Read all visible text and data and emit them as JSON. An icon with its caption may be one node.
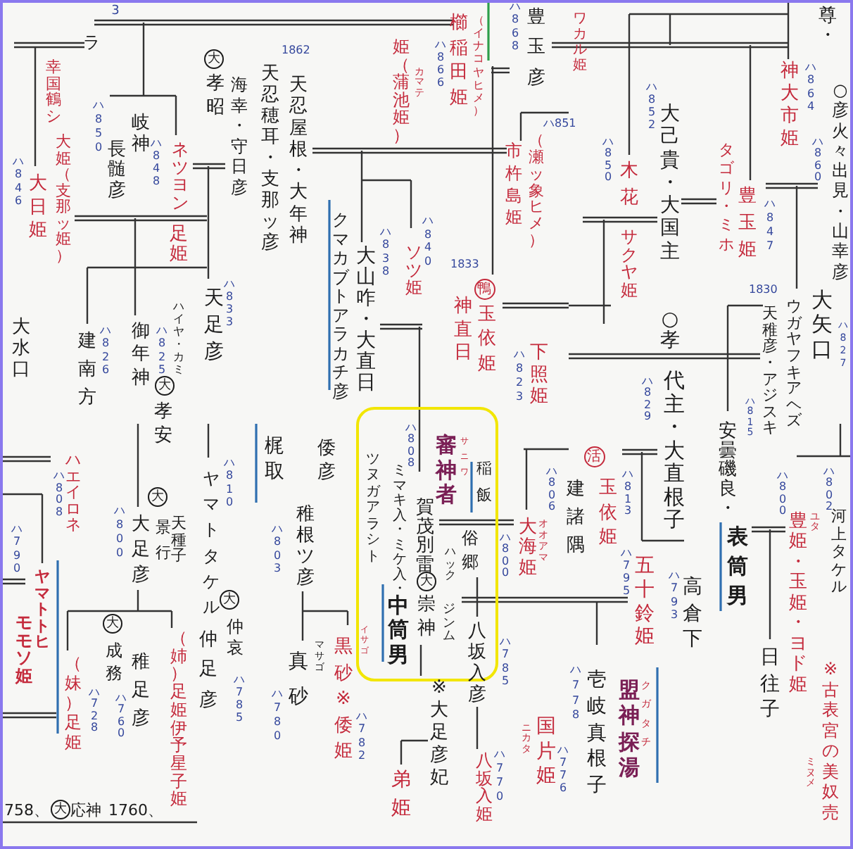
{
  "diagram": {
    "labels": [
      "ラ",
      "3",
      "幸国鶴シ",
      "大姫（支那ッ姫）",
      "ハ846",
      "大日姫",
      "大",
      "孝昭",
      "海幸・守日彦",
      "天忍穂耳・支那ッ彦",
      "1862",
      "岐神",
      "長髄彦",
      "ハ850",
      "ハ848",
      "ネツヨン",
      "足姫",
      "ハ833",
      "天足彦",
      "ハイヤ・カミ",
      "ハ825",
      "御年神",
      "大",
      "孝安",
      "建南方",
      "ハ826",
      "大水口",
      "姫（蒲池姫）",
      "カマテ",
      "ハ866",
      "櫛稲田姫",
      "（イナコヤヒメ）",
      "ハ868",
      "豊玉彦",
      "天忍屋根・大年神",
      "クマカブトアラカチ彦",
      "大山咋・大直日",
      "ハ838",
      "ハ840",
      "ソツ姫",
      "1833",
      "鴨",
      "玉依姫",
      "神直日",
      "市杵島姫",
      "（瀬ッ象ヒメ）",
      "ハ851",
      "ワカル姫",
      "下照姫",
      "ハ823",
      "尊・",
      "大己貴・大国主",
      "ハ852",
      "ハ850",
      "木花",
      "サクヤ姫",
      "タゴリ・ミホ",
      "豊玉姫",
      "ハ847",
      "神大市姫",
      "ハ864",
      "○彦火々出見・山幸彦",
      "ハ860",
      "大矢口",
      "ハ827",
      "1830",
      "ウガヤフキアヘズ",
      "天稚彦・アジスキ",
      "○孝",
      "代主・大直根子",
      "ハ829",
      "ハエイロネ",
      "ハ808",
      "ハ790",
      "ヤマトトヒ",
      "モモソ姫",
      "ハ810",
      "ヤマトタケル",
      "ハ800",
      "大",
      "景行",
      "天種子",
      "大足彦",
      "大",
      "仲哀",
      "仲足彦",
      "ハ785",
      "大",
      "成務",
      "稚足彦",
      "ハ760",
      "（姉）足姫伊予星子姫",
      "（妹）足姫",
      "ハ728",
      "梶取",
      "ハ803",
      "ハ780",
      "758、",
      "大",
      "応神",
      "1760、",
      "倭彦",
      "稚根ツ彦",
      "マサゴ",
      "真砂",
      "イサゴ",
      "黒砂※倭姫",
      "ハ782",
      "ハ808",
      "ツヌガアラシト",
      "ミマキ入・ミケ入・",
      "中筒男",
      "賀茂別雷",
      "大",
      "崇神",
      "審神者",
      "サニワ",
      "稲飯",
      "俗郷",
      "ハック",
      "ジンム",
      "八坂入彦",
      "ハ785",
      "※大足彦妃",
      "弟姫",
      "八坂入姫",
      "ハ770",
      "大海姫",
      "オオアマ",
      "ハ800",
      "ハ806",
      "国片姫",
      "ニカタ",
      "ハ776",
      "建諸隅",
      "活",
      "玉依姫",
      "ハ813",
      "五十鈴姫",
      "ハ795",
      "ハ793",
      "高倉下",
      "ハ815",
      "安曇磯良・",
      "表筒男",
      "ハ800",
      "豊姫・玉姫・ヨド姫",
      "ユタ",
      "ハ802",
      "河上タケル",
      "日往子",
      "※古表宮の美奴売",
      "ミヌメ",
      "盟神探湯",
      "クガタチ",
      "ハ778",
      "壱岐真根子"
    ]
  }
}
